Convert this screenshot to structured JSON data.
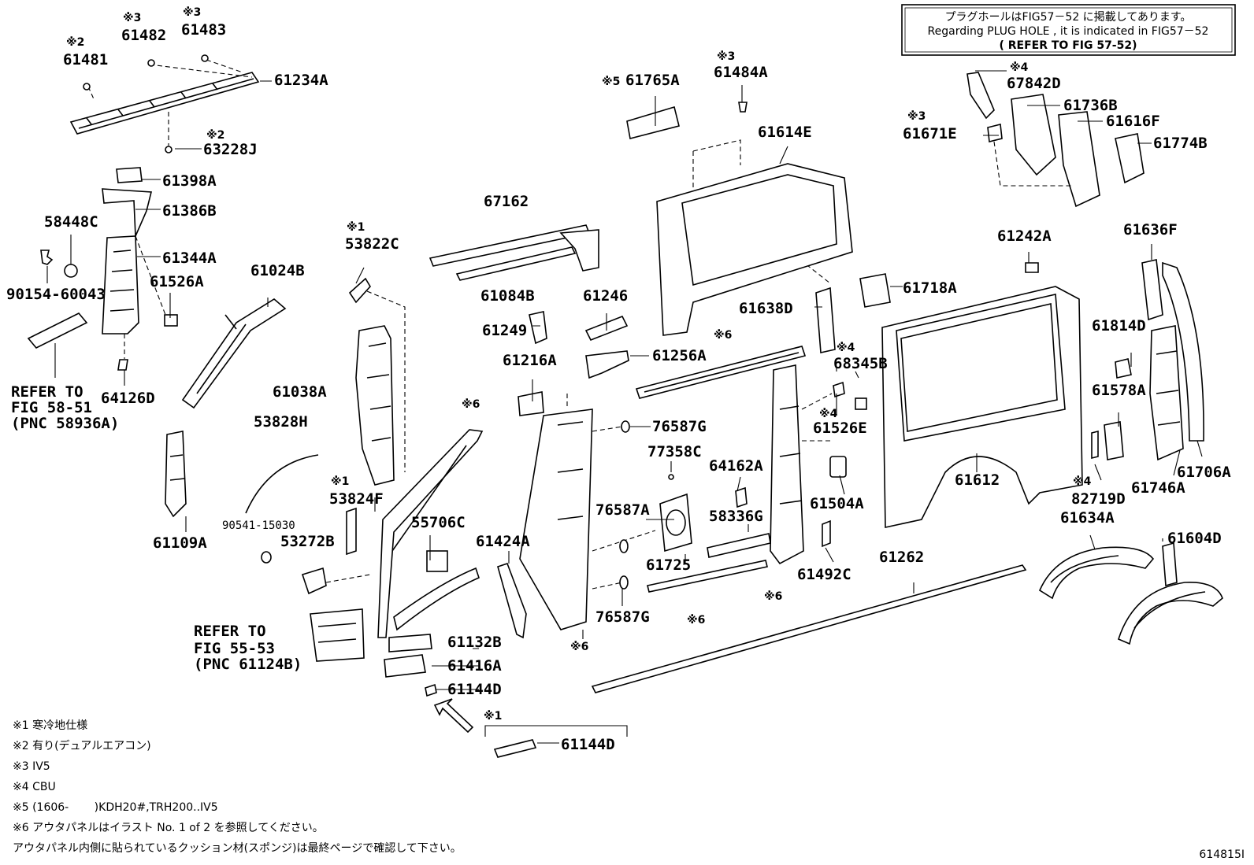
{
  "info_box": {
    "line1": "プラグホールはFIG57－52 に掲載してあります。",
    "line2": "Regarding  PLUG HOLE , it is indicated in FIG57－52",
    "line3": "( REFER TO FIG 57-52)"
  },
  "labels": [
    {
      "id": "61481",
      "text": "61481",
      "mark": "※2"
    },
    {
      "id": "61482",
      "text": "61482",
      "mark": "※3"
    },
    {
      "id": "61483",
      "text": "61483",
      "mark": "※3"
    },
    {
      "id": "61234A",
      "text": "61234A"
    },
    {
      "id": "63228J",
      "text": "63228J",
      "mark": "※2"
    },
    {
      "id": "61398A",
      "text": "61398A"
    },
    {
      "id": "61386B",
      "text": "61386B"
    },
    {
      "id": "58448C",
      "text": "58448C"
    },
    {
      "id": "61344A",
      "text": "61344A"
    },
    {
      "id": "61526A",
      "text": "61526A"
    },
    {
      "id": "90154-60043",
      "text": "90154-60043"
    },
    {
      "id": "64126D",
      "text": "64126D"
    },
    {
      "id": "61024B",
      "text": "61024B"
    },
    {
      "id": "53822C",
      "text": "53822C",
      "mark": "※1"
    },
    {
      "id": "61038A",
      "text": "61038A"
    },
    {
      "id": "53828H",
      "text": "53828H"
    },
    {
      "id": "61109A",
      "text": "61109A"
    },
    {
      "id": "90541-15030",
      "text": "90541-15030"
    },
    {
      "id": "53824F",
      "text": "53824F",
      "mark": "※1"
    },
    {
      "id": "53272B",
      "text": "53272B"
    },
    {
      "id": "55706C",
      "text": "55706C"
    },
    {
      "id": "67162",
      "text": "67162"
    },
    {
      "id": "61084B",
      "text": "61084B"
    },
    {
      "id": "61246",
      "text": "61246"
    },
    {
      "id": "61249",
      "text": "61249"
    },
    {
      "id": "61216A",
      "text": "61216A"
    },
    {
      "id": "61256A",
      "text": "61256A"
    },
    {
      "id": "76587G_a",
      "text": "76587G"
    },
    {
      "id": "77358C",
      "text": "77358C"
    },
    {
      "id": "76587A",
      "text": "76587A"
    },
    {
      "id": "61725",
      "text": "61725"
    },
    {
      "id": "76587G_b",
      "text": "76587G"
    },
    {
      "id": "61424A",
      "text": "61424A"
    },
    {
      "id": "61132B",
      "text": "61132B"
    },
    {
      "id": "61416A",
      "text": "61416A"
    },
    {
      "id": "61144D_a",
      "text": "61144D"
    },
    {
      "id": "61144D_b",
      "text": "61144D",
      "mark": "※1"
    },
    {
      "id": "61765A",
      "text": "61765A",
      "mark": "※5"
    },
    {
      "id": "61484A",
      "text": "61484A",
      "mark": "※3"
    },
    {
      "id": "61614E",
      "text": "61614E"
    },
    {
      "id": "61638D",
      "text": "61638D"
    },
    {
      "id": "64162A",
      "text": "64162A"
    },
    {
      "id": "58336G",
      "text": "58336G"
    },
    {
      "id": "68345B",
      "text": "68345B",
      "mark": "※4"
    },
    {
      "id": "61526E",
      "text": "61526E",
      "mark": "※4"
    },
    {
      "id": "61504A",
      "text": "61504A"
    },
    {
      "id": "61492C",
      "text": "61492C"
    },
    {
      "id": "61262",
      "text": "61262"
    },
    {
      "id": "67842D",
      "text": "67842D",
      "mark": "※4"
    },
    {
      "id": "61736B",
      "text": "61736B"
    },
    {
      "id": "61671E",
      "text": "61671E",
      "mark": "※3"
    },
    {
      "id": "61616F",
      "text": "61616F"
    },
    {
      "id": "61774B",
      "text": "61774B"
    },
    {
      "id": "61242A",
      "text": "61242A"
    },
    {
      "id": "61718A",
      "text": "61718A"
    },
    {
      "id": "61612",
      "text": "61612"
    },
    {
      "id": "61636F",
      "text": "61636F"
    },
    {
      "id": "61814D",
      "text": "61814D"
    },
    {
      "id": "61578A",
      "text": "61578A"
    },
    {
      "id": "61746A",
      "text": "61746A"
    },
    {
      "id": "61706A",
      "text": "61706A"
    },
    {
      "id": "82719D",
      "text": "82719D",
      "mark": "※4"
    },
    {
      "id": "61634A",
      "text": "61634A"
    },
    {
      "id": "61604D",
      "text": "61604D"
    }
  ],
  "marks": {
    "six": "※6"
  },
  "refs": {
    "ref1": [
      "REFER TO",
      "FIG 58-51",
      "(PNC 58936A)"
    ],
    "ref2": [
      "REFER TO",
      "FIG 55-53",
      "(PNC 61124B)"
    ]
  },
  "notes": [
    "※1 寒冷地仕様",
    "※2 有り(デュアルエアコン)",
    "※3 IV5",
    "※4 CBU",
    "※5 (1606-　　 )KDH20#,TRH200..IV5",
    "※6 アウタパネルはイラスト No. 1 of 2 を参照してください。",
    "アウタパネル内側に貼られているクッション材(スポンジ)は最終ページで確認して下さい。"
  ],
  "figure_id": "614815I"
}
